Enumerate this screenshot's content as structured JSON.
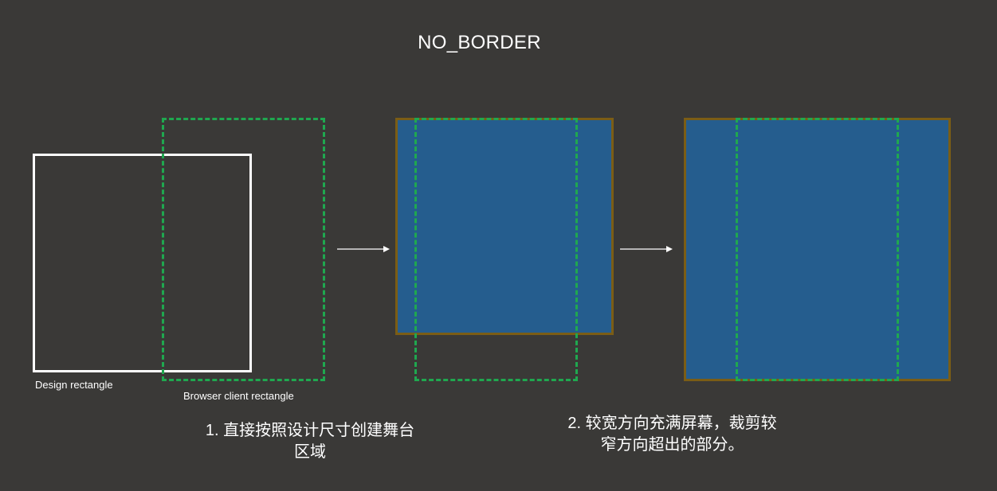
{
  "title": "NO_BORDER",
  "labels": {
    "design_rectangle": "Design rectangle",
    "browser_client_rectangle": "Browser client rectangle"
  },
  "captions": {
    "step1_line1": "1. 直接按照设计尺寸创建舞台",
    "step1_line2": "区域",
    "step2_line1": "2. 较宽方向充满屏幕，裁剪较",
    "step2_line2": "窄方向超出的部分。"
  },
  "colors": {
    "background": "#3a3937",
    "design_outline": "#ffffff",
    "browser_dashed": "#1fa84f",
    "stage_fill": "#255d8e",
    "stage_border": "#7b5d15"
  }
}
